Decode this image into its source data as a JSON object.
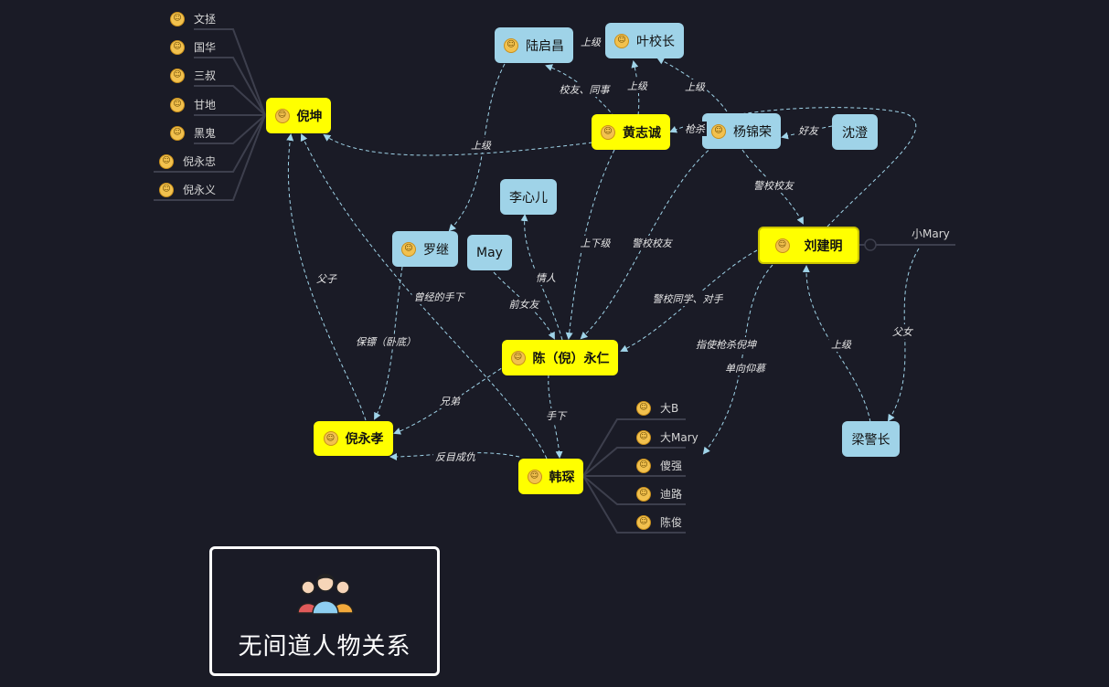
{
  "title": "无间道人物关系",
  "colors": {
    "background": "#1a1b26",
    "main_node": "#ffff00",
    "sub_node": "#9fd3e8",
    "line": "#9fd3e8"
  },
  "nodes": {
    "nikun": "倪坤",
    "luqichang": "陆启昌",
    "yexiaozhang": "叶校长",
    "huangzhicheng": "黄志诚",
    "yangjinrong": "杨锦荣",
    "shencheng": "沈澄",
    "lixiner": "李心儿",
    "luoji": "罗继",
    "may": "May",
    "liujianming": "刘建明",
    "chenyongren": "陈（倪）永仁",
    "niyongxiao": "倪永孝",
    "hanchen": "韩琛",
    "liangjingzhang": "梁警长",
    "xiaomary": "小Mary"
  },
  "nikun_leaves": [
    "文拯",
    "国华",
    "三叔",
    "甘地",
    "黑鬼",
    "倪永忠",
    "倪永义"
  ],
  "hanchen_leaves": [
    "大B",
    "大Mary",
    "傻强",
    "迪路",
    "陈俊"
  ],
  "relations": {
    "shangji_1": "上级",
    "shangji_2": "上级",
    "shangji_3": "上级",
    "shangji_4": "上级",
    "shangji_5": "上级",
    "xiaoyou_tongshi": "校友、同事",
    "qiangsha": "枪杀",
    "haoyou": "好友",
    "jingxiao_xiaoyou_1": "警校校友",
    "jingxiao_xiaoyou_2": "警校校友",
    "shangxiaji": "上下级",
    "qingren": "情人",
    "qiannvyou": "前女友",
    "jingxiao_tongxue": "警校同学、对手",
    "fuzi": "父子",
    "cengjing": "曾经的手下",
    "baobiao": "保镖（卧底）",
    "xiongdi": "兄弟",
    "shouxia": "手下",
    "fanmu": "反目成仇",
    "zhishi": "指使枪杀倪坤",
    "danxiang": "单向仰慕",
    "funv": "父女"
  }
}
